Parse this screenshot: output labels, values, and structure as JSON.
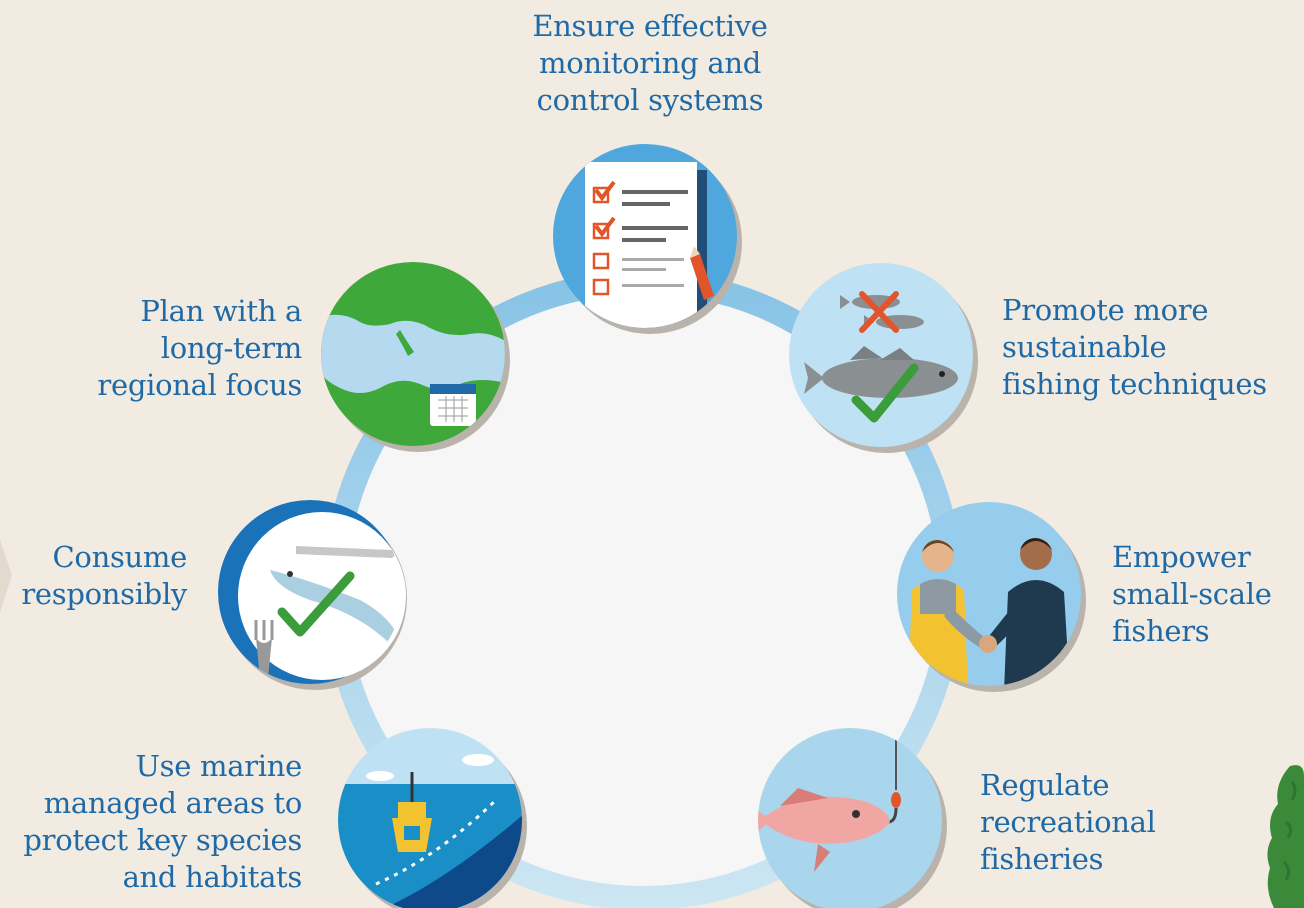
{
  "diagram": {
    "items": [
      {
        "id": "monitoring",
        "icon": "checklist-icon",
        "lines": [
          "Ensure effective",
          "monitoring and",
          "control systems"
        ]
      },
      {
        "id": "sustainable-fishing",
        "icon": "fish-check-icon",
        "lines": [
          "Promote more",
          "sustainable",
          "fishing techniques"
        ]
      },
      {
        "id": "small-scale",
        "icon": "handshake-icon",
        "lines": [
          "Empower",
          "small-scale",
          "fishers"
        ]
      },
      {
        "id": "recreational",
        "icon": "fish-hook-icon",
        "lines": [
          "Regulate",
          "recreational",
          "fisheries"
        ]
      },
      {
        "id": "marine-areas",
        "icon": "buoy-icon",
        "lines": [
          "Use marine",
          "managed areas to",
          "protect key species",
          "and habitats"
        ]
      },
      {
        "id": "consume",
        "icon": "fish-plate-icon",
        "lines": [
          "Consume",
          "responsibly"
        ]
      },
      {
        "id": "plan",
        "icon": "map-calendar-icon",
        "lines": [
          "Plan with a",
          "long-term",
          "regional focus"
        ]
      }
    ]
  }
}
